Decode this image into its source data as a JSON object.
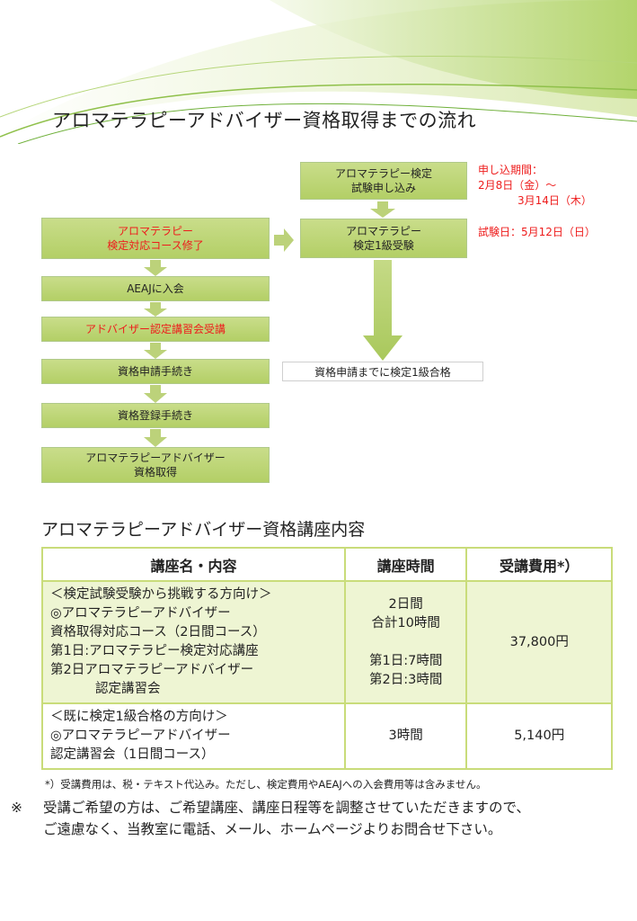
{
  "page": {
    "title": "アロマテラピーアドバイザー資格取得までの流れ"
  },
  "flow": {
    "left_steps": [
      {
        "lines": [
          "アロマテラピー",
          "検定対応コース修了"
        ],
        "highlight": true
      },
      {
        "lines": [
          "AEAJに入会"
        ],
        "highlight": false
      },
      {
        "lines": [
          "アドバイザー認定講習会受講"
        ],
        "highlight": true
      },
      {
        "lines": [
          "資格申請手続き"
        ],
        "highlight": false
      },
      {
        "lines": [
          "資格登録手続き"
        ],
        "highlight": false
      },
      {
        "lines": [
          "アロマテラピーアドバイザー",
          "資格取得"
        ],
        "highlight": false
      }
    ],
    "right_steps": [
      {
        "lines": [
          "アロマテラピー検定",
          "試験申し込み"
        ]
      },
      {
        "lines": [
          "アロマテラピー",
          "検定1級受験"
        ]
      }
    ],
    "application_period": {
      "label": "申し込期間：",
      "from": "2月8日（金）～",
      "to": "3月14日（木）"
    },
    "exam_date": "試験日：5月12日（日）",
    "pass_requirement": "資格申請までに検定1級合格"
  },
  "courses": {
    "title": "アロマテラピーアドバイザー資格講座内容",
    "headers": {
      "name": "講座名・内容",
      "time": "講座時間",
      "fee": "受講費用*）"
    },
    "rows": [
      {
        "content": [
          "＜検定試験受験から挑戦する方向け＞",
          "◎アロマテラピーアドバイザー",
          "資格取得対応コース（2日間コース）",
          "第1日:アロマテラピー検定対応講座",
          "第2日アロマテラピーアドバイザー",
          "認定講習会"
        ],
        "time_total": [
          "2日間",
          "合計10時間"
        ],
        "time_detail": [
          "第1日:7時間",
          "第2日:3時間"
        ],
        "fee": "37,800円"
      },
      {
        "content": [
          "＜既に検定1級合格の方向け＞",
          "◎アロマテラピーアドバイザー",
          "認定講習会（1日間コース）"
        ],
        "time": "3時間",
        "fee": "5,140円"
      }
    ],
    "footnote": "*）受講費用は、税・テキスト代込み。ただし、検定費用やAEAJへの入会費用等は含みません。"
  },
  "remark": {
    "mark": "※",
    "lines": [
      "受講ご希望の方は、ご希望講座、講座日程等を調整させていただきますので、",
      "ご遠慮なく、当教室に電話、メール、ホームページよりお問合せ下さい。"
    ]
  },
  "colors": {
    "box_green": "#b9d26e",
    "highlight_red": "#ee1c1c",
    "table_border": "#c9dc7a"
  }
}
